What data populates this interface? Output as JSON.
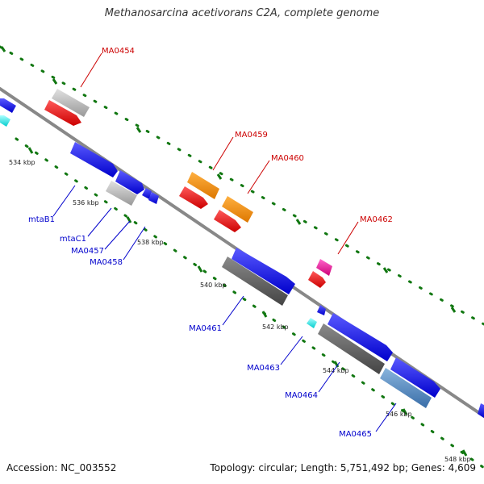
{
  "title": "Methanosarcina acetivorans C2A, complete genome",
  "footer": {
    "accession": "Accession: NC_003552",
    "summary": "Topology: circular; Length: 5,751,492 bp; Genes: 4,609"
  },
  "ticks": [
    "534 kbp",
    "536 kbp",
    "538 kbp",
    "540 kbp",
    "542 kbp",
    "544 kbp",
    "546 kbp",
    "548 kbp"
  ],
  "labels": {
    "ma0454": "MA0454",
    "ma0459": "MA0459",
    "ma0460": "MA0460",
    "ma0462": "MA0462",
    "mtab1": "mtaB1",
    "mtac1": "mtaC1",
    "ma0457": "MA0457",
    "ma0458": "MA0458",
    "ma0461": "MA0461",
    "ma0463": "MA0463",
    "ma0464": "MA0464",
    "ma0465": "MA0465"
  },
  "colors": {
    "label_forward": "#cc0000",
    "label_reverse": "#0000cc",
    "backbone": "#888888",
    "ruler_dot": "#117711"
  }
}
